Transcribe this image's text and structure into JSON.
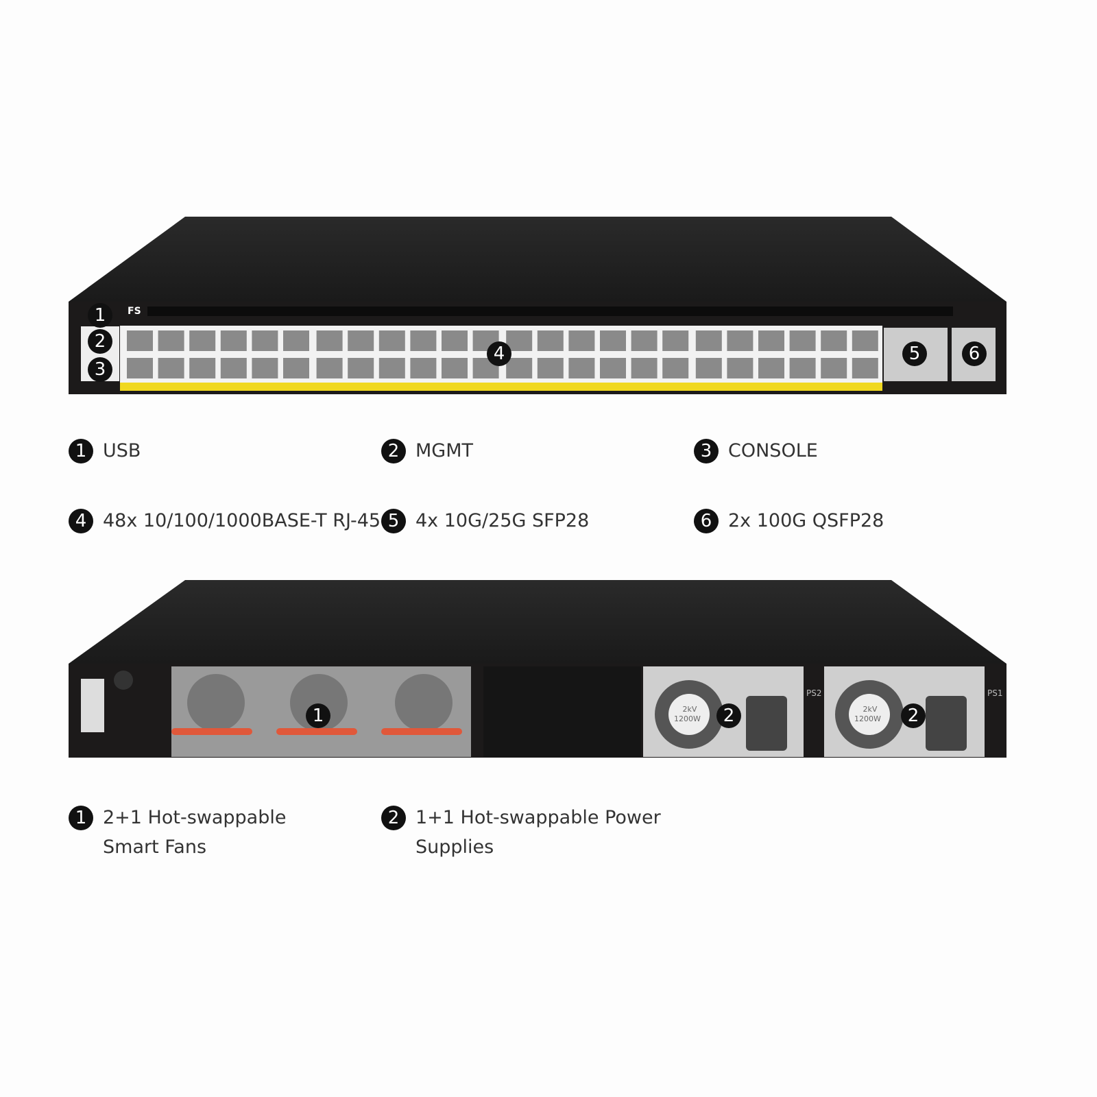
{
  "front": {
    "brand": "FS",
    "callouts": [
      "1",
      "2",
      "3",
      "4",
      "5",
      "6"
    ],
    "legend": [
      {
        "num": "1",
        "label": "USB"
      },
      {
        "num": "2",
        "label": "MGMT"
      },
      {
        "num": "3",
        "label": "CONSOLE"
      },
      {
        "num": "4",
        "label": "48x 10/100/1000BASE-T RJ-45"
      },
      {
        "num": "5",
        "label": "4x 10G/25G SFP28"
      },
      {
        "num": "6",
        "label": "2x 100G QSFP28"
      }
    ]
  },
  "back": {
    "callouts": [
      "1",
      "2",
      "2"
    ],
    "psu_labels": [
      "PS2",
      "PS1"
    ],
    "psu_rating": [
      "2kV",
      "1200W"
    ],
    "legend": [
      {
        "num": "1",
        "label": "2+1 Hot-swappable\nSmart Fans"
      },
      {
        "num": "2",
        "label": "1+1 Hot-swappable Power\nSupplies"
      }
    ]
  },
  "colors": {
    "chassis": "#1e1e1e",
    "port_panel": "#f2f2f2",
    "port": "#8a8a8a",
    "led_strip": "#f0d820",
    "badge": "#111111",
    "fan_handle": "#e0583a"
  }
}
